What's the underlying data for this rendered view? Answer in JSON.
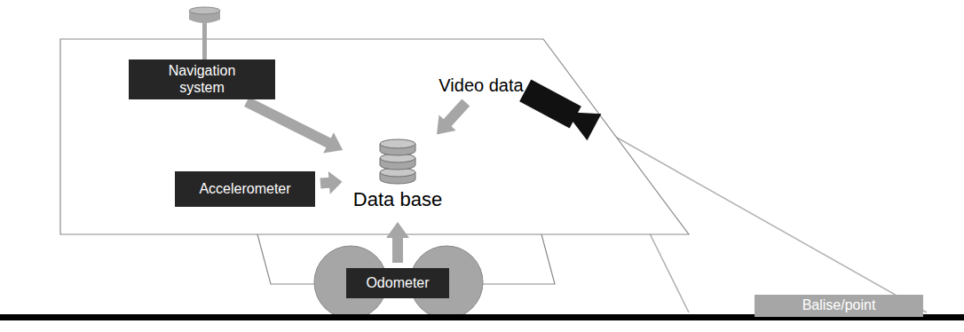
{
  "diagram": {
    "nodes": [
      {
        "text": [
          "Navigation system"
        ]
      },
      {
        "text": [
          "Video data"
        ]
      },
      {
        "text": [
          "Accelerometer"
        ]
      },
      {
        "text": [
          "Data base"
        ]
      },
      {
        "text": [
          "Odometer"
        ]
      },
      {
        "text": [
          "Balise/point"
        ]
      }
    ],
    "edges": [
      {
        "from": 0,
        "to": 3,
        "arrow": "to"
      },
      {
        "from": 1,
        "to": 3,
        "arrow": "to"
      },
      {
        "from": 2,
        "to": 3,
        "arrow": "to"
      },
      {
        "from": 4,
        "to": 3,
        "arrow": "to"
      }
    ]
  }
}
